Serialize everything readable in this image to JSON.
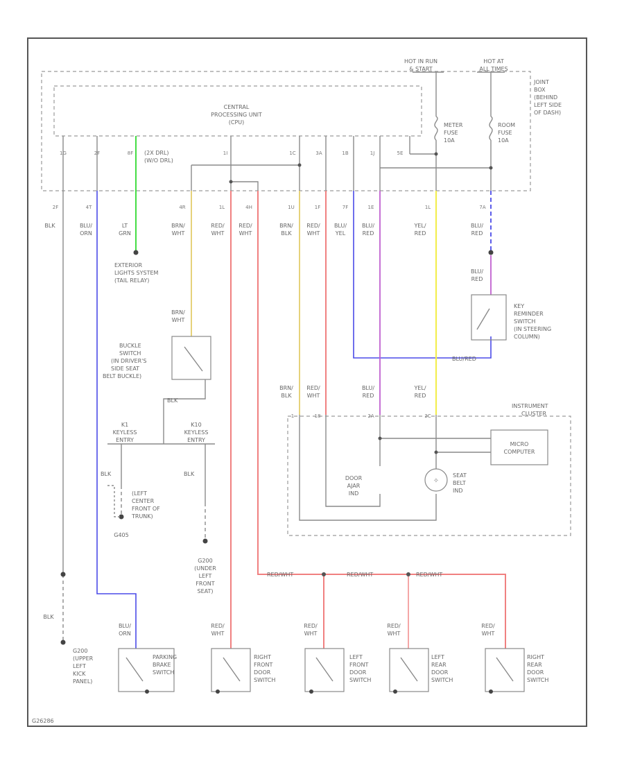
{
  "figure_id": "G26286",
  "power": {
    "hot_run": [
      "HOT IN RUN",
      "& START"
    ],
    "hot_all": [
      "HOT AT",
      "ALL TIMES"
    ]
  },
  "junction_box": [
    "JOINT",
    "BOX",
    "(BEHIND",
    "LEFT SIDE",
    "OF DASH)"
  ],
  "cpu": [
    "CENTRAL",
    "PROCESSING UNIT",
    "(CPU)"
  ],
  "fuses": {
    "meter": [
      "METER",
      "FUSE",
      "10A"
    ],
    "room": [
      "ROOM",
      "FUSE",
      "10A"
    ]
  },
  "cpu_pins": [
    "1G",
    "2F",
    "8F",
    "1I",
    "1C",
    "3A",
    "1B",
    "1J",
    "5E"
  ],
  "cpu_pin_pair": [
    "(2X DRL)",
    "(W/O DRL)"
  ],
  "wire_pins": [
    "2F",
    "4T",
    "4R",
    "1L",
    "4H",
    "1U",
    "1F",
    "7F",
    "1E",
    "1L",
    "7A"
  ],
  "wire_colors": {
    "blk": "BLK",
    "blu_orn": [
      "BLU/",
      "ORN"
    ],
    "lt_grn": [
      "LT",
      "GRN"
    ],
    "brn_wht": [
      "BRN/",
      "WHT"
    ],
    "red_wht": [
      "RED/",
      "WHT"
    ],
    "brn_blk": [
      "BRN/",
      "BLK"
    ],
    "blu_yel": [
      "BLU/",
      "YEL"
    ],
    "blu_red": [
      "BLU/",
      "RED"
    ],
    "yel_red": [
      "YEL/",
      "RED"
    ],
    "redwht_bus": "RED/WHT",
    "blu_red_in": "BLU/RED"
  },
  "exterior_lights": [
    "EXTERIOR",
    "LIGHTS SYSTEM",
    "(TAIL RELAY)"
  ],
  "key_switch": [
    "KEY",
    "REMINDER",
    "SWITCH",
    "(IN STEERING",
    "COLUMN)"
  ],
  "buckle": [
    "BUCKLE",
    "SWITCH",
    "(IN DRIVER'S",
    "SIDE SEAT",
    "BELT BUCKLE)"
  ],
  "keyless_a": [
    "K1",
    "KEYLESS",
    "ENTRY"
  ],
  "keyless_b": [
    "K10",
    "KEYLESS",
    "ENTRY"
  ],
  "g_left": [
    "(LEFT",
    "CENTER",
    "FRONT OF",
    "TRUNK)"
  ],
  "g_left_id": "G405",
  "g_under": [
    "G200",
    "(UNDER",
    "LEFT",
    "FRONT",
    "SEAT)"
  ],
  "g_kick": [
    "G200",
    "(UPPER",
    "LEFT",
    "KICK",
    "PANEL)"
  ],
  "instrument": [
    "INSTRUMENT",
    "CLUSTER"
  ],
  "ic_pins": [
    "1",
    "18",
    "2A",
    "2C"
  ],
  "micro": [
    "MICRO",
    "COMPUTER"
  ],
  "door_ajar": [
    "DOOR",
    "AJAR",
    "IND"
  ],
  "seat_belt": [
    "SEAT",
    "BELT",
    "IND"
  ],
  "switches": {
    "parking": [
      "PARKING",
      "BRAKE",
      "SWITCH"
    ],
    "rf": [
      "RIGHT",
      "FRONT",
      "DOOR",
      "SWITCH"
    ],
    "lf": [
      "LEFT",
      "FRONT",
      "DOOR",
      "SWITCH"
    ],
    "lr": [
      "LEFT",
      "REAR",
      "DOOR",
      "SWITCH"
    ],
    "rr": [
      "RIGHT",
      "REAR",
      "DOOR",
      "SWITCH"
    ]
  }
}
